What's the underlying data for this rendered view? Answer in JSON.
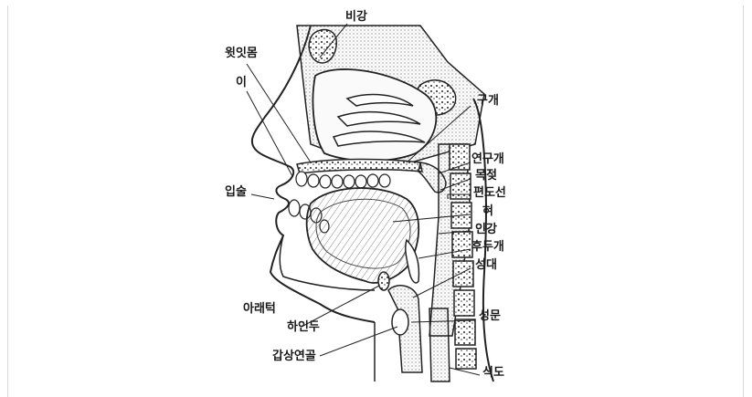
{
  "labels": {
    "nasal_cavity": "비강",
    "upper_gum": "윗잇몸",
    "teeth": "이",
    "lips": "입술",
    "lower_jaw": "아래턱",
    "hyoid": "하인두",
    "thyroid_cartilage": "갑상연골",
    "hard_palate": "구개",
    "soft_palate": "연구개",
    "uvula": "목젖",
    "tonsil": "편도선",
    "tongue": "혀",
    "pharynx": "인강",
    "epiglottis": "후두개",
    "vocal_cords": "성대",
    "glottis": "성문",
    "esophagus": "식도"
  }
}
